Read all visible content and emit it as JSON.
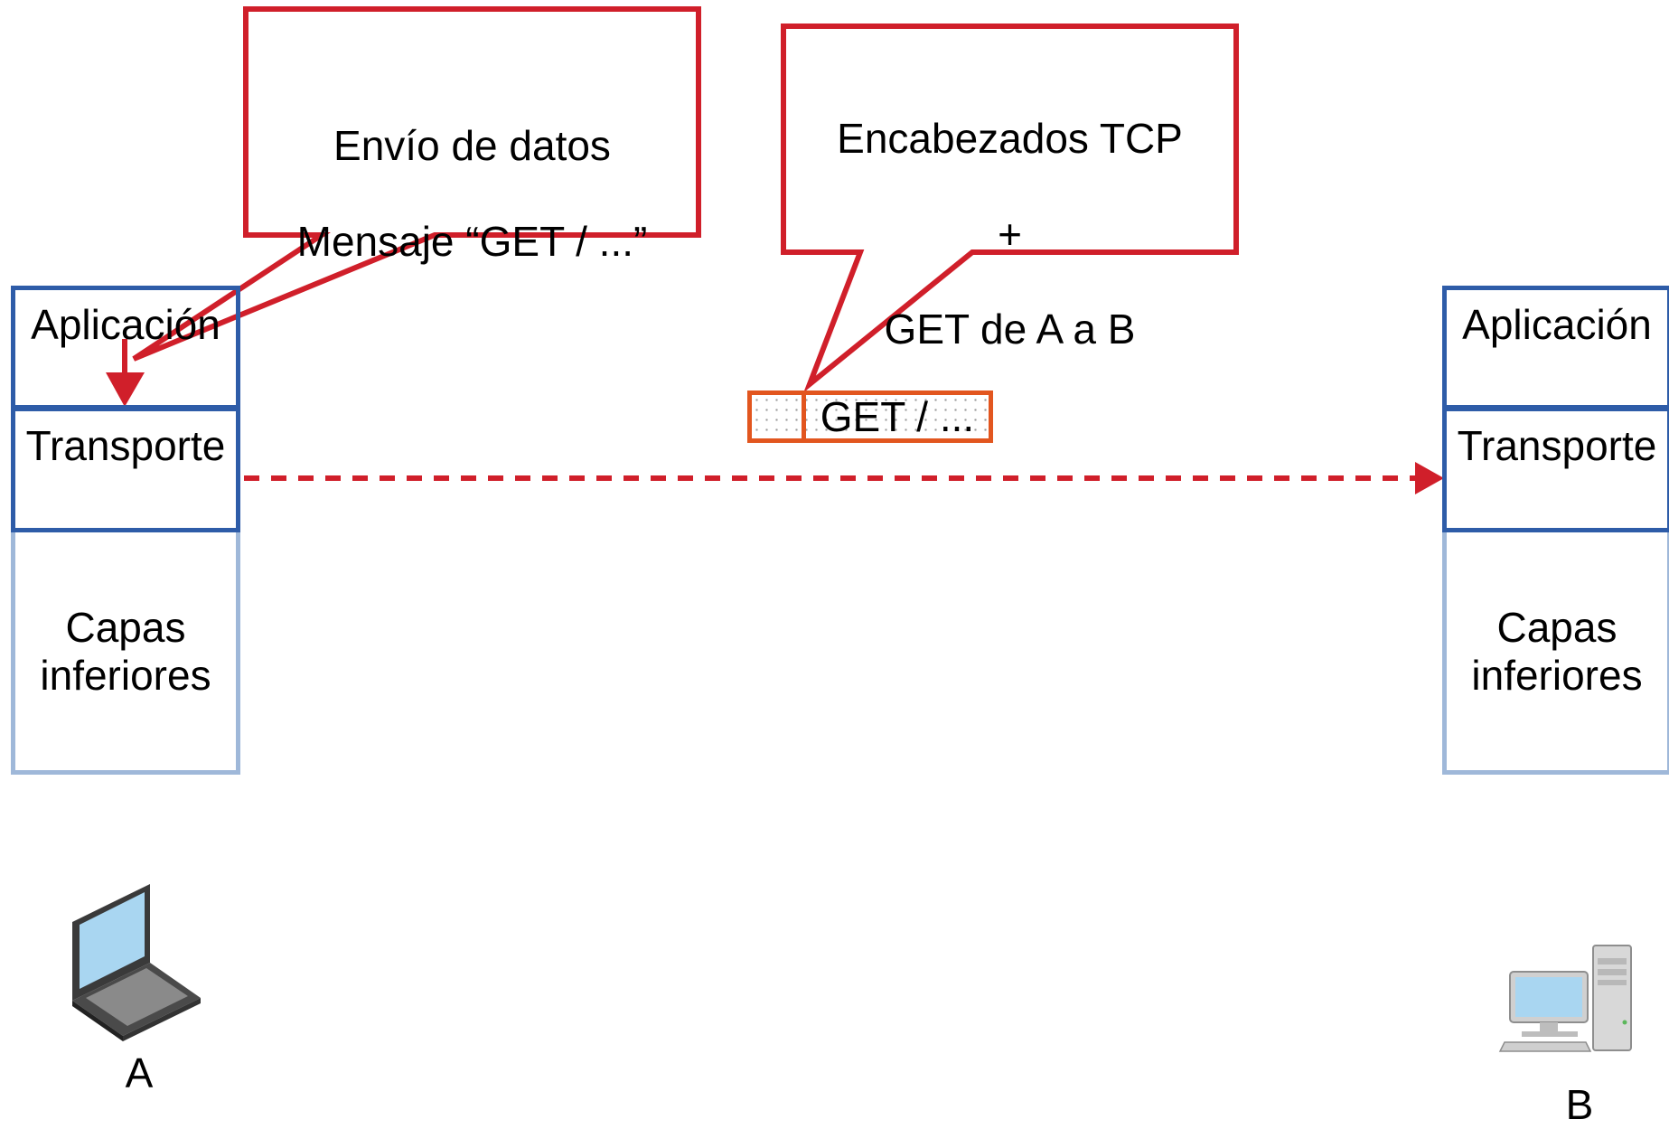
{
  "callouts": {
    "sender": {
      "line1": "Envío de datos",
      "line2": "Mensaje “GET / ...”"
    },
    "packet": {
      "line1": "Encabezados TCP",
      "line2": "+",
      "line3": "GET de A a B"
    }
  },
  "host_a": {
    "label": "A",
    "icon": "laptop-icon",
    "layers": {
      "application": "Aplicación",
      "transport": "Transporte",
      "lower": "Capas\ninferiores"
    }
  },
  "host_b": {
    "label": "B",
    "icon": "desktop-computer-icon",
    "layers": {
      "application": "Aplicación",
      "transport": "Transporte",
      "lower": "Capas\ninferiores"
    }
  },
  "packet": {
    "payload": "GET / ..."
  },
  "colors": {
    "layer_border": "#2e5ca8",
    "lower_layer_border": "#9fb8d9",
    "callout_border": "#d01f2a",
    "flow_arrow": "#d01f2a",
    "packet_border": "#e2561f"
  }
}
